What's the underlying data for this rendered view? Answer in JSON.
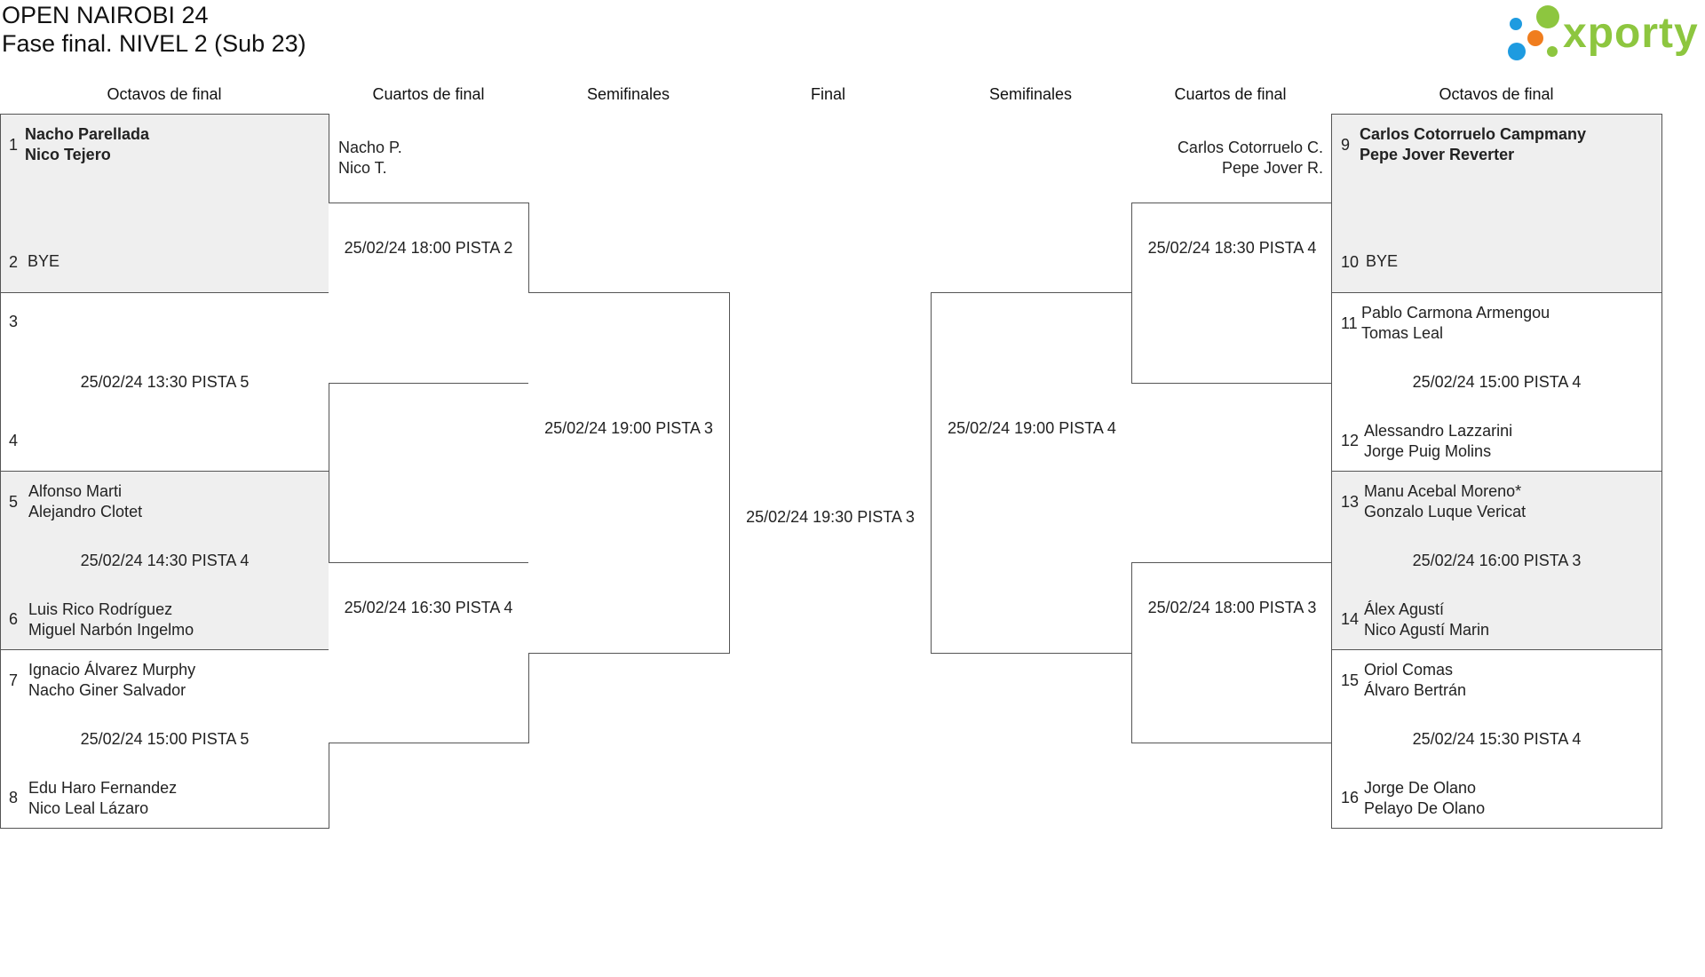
{
  "header": {
    "tournament": "OPEN NAIROBI 24",
    "phase": "Fase final. NIVEL 2 (Sub 23)",
    "logo_text": "xporty"
  },
  "rounds": {
    "left": [
      "Octavos de final",
      "Cuartos de final",
      "Semifinales"
    ],
    "final": "Final",
    "right": [
      "Semifinales",
      "Cuartos de final",
      "Octavos de final"
    ]
  },
  "colors": {
    "logo_green": "#8dc63f",
    "logo_blue": "#1e9be0",
    "logo_orange": "#f07d1e",
    "shaded_row": "#efefef",
    "border": "#555555"
  },
  "left_r16": [
    {
      "top_seed": "1",
      "top_names": [
        "Nacho Parellada",
        "Nico Tejero"
      ],
      "bottom_seed": "2",
      "bottom_names": [
        "BYE"
      ],
      "info": ""
    },
    {
      "top_seed": "3",
      "top_names": [
        "",
        ""
      ],
      "bottom_seed": "4",
      "bottom_names": [
        "",
        ""
      ],
      "info": "25/02/24 13:30 PISTA 5"
    },
    {
      "top_seed": "5",
      "top_names": [
        "Alfonso Marti",
        "Alejandro Clotet"
      ],
      "bottom_seed": "6",
      "bottom_names": [
        "Luis Rico Rodríguez",
        "Miguel Narbón Ingelmo"
      ],
      "info": "25/02/24 14:30 PISTA 4"
    },
    {
      "top_seed": "7",
      "top_names": [
        "Ignacio Álvarez Murphy",
        "Nacho Giner Salvador"
      ],
      "bottom_seed": "8",
      "bottom_names": [
        "Edu Haro Fernandez",
        "Nico Leal Lázaro"
      ],
      "info": "25/02/24 15:00 PISTA 5"
    }
  ],
  "right_r16": [
    {
      "top_seed": "9",
      "top_names": [
        "Carlos Cotorruelo Campmany",
        "Pepe Jover Reverter"
      ],
      "bottom_seed": "10",
      "bottom_names": [
        "BYE"
      ],
      "info": ""
    },
    {
      "top_seed": "11",
      "top_names": [
        "Pablo Carmona Armengou",
        "Tomas Leal"
      ],
      "bottom_seed": "12",
      "bottom_names": [
        "Alessandro Lazzarini",
        "Jorge Puig Molins"
      ],
      "info": "25/02/24 15:00 PISTA 4"
    },
    {
      "top_seed": "13",
      "top_names": [
        "Manu Acebal Moreno*",
        "Gonzalo Luque Vericat"
      ],
      "bottom_seed": "14",
      "bottom_names": [
        "Álex Agustí",
        "Nico Agustí Marin"
      ],
      "info": "25/02/24 16:00 PISTA 3"
    },
    {
      "top_seed": "15",
      "top_names": [
        "Oriol Comas",
        "Álvaro Bertrán"
      ],
      "bottom_seed": "16",
      "bottom_names": [
        "Jorge De Olano",
        "Pelayo De Olano"
      ],
      "info": "25/02/24 15:30 PISTA 4"
    }
  ],
  "left_qf": [
    {
      "winner": [
        "Nacho P.",
        "Nico T."
      ],
      "info": "25/02/24 18:00 PISTA 2"
    },
    {
      "winner": [
        "",
        ""
      ],
      "info": "25/02/24 16:30 PISTA 4"
    }
  ],
  "right_qf": [
    {
      "winner": [
        "Carlos Cotorruelo C.",
        "Pepe Jover R."
      ],
      "info": "25/02/24 18:30 PISTA 4"
    },
    {
      "winner": [
        "",
        ""
      ],
      "info": "25/02/24 18:00 PISTA 3"
    }
  ],
  "left_sf": {
    "info": "25/02/24 19:00 PISTA 3"
  },
  "right_sf": {
    "info": "25/02/24 19:00 PISTA 4"
  },
  "final": {
    "info": "25/02/24 19:30 PISTA 3"
  }
}
